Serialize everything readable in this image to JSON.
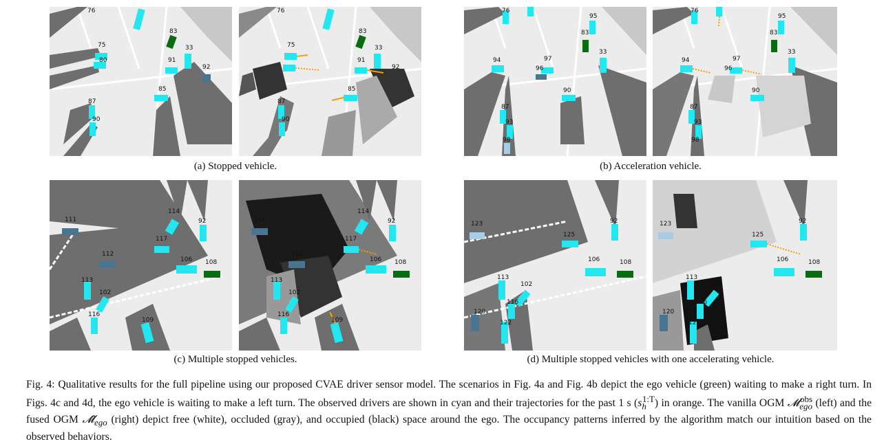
{
  "panels": [
    {
      "id": "a",
      "left_labels": [
        "76",
        "75",
        "83",
        "33",
        "91",
        "92",
        "80",
        "85",
        "87",
        "90"
      ],
      "right_labels": [
        "76",
        "75",
        "83",
        "33",
        "91",
        "92",
        "85",
        "87",
        "90"
      ]
    },
    {
      "id": "b",
      "left_labels": [
        "76",
        "95",
        "83",
        "94",
        "97",
        "33",
        "96",
        "90",
        "87",
        "93",
        "98"
      ],
      "right_labels": [
        "76",
        "95",
        "83",
        "94",
        "97",
        "33",
        "96",
        "90",
        "87",
        "93",
        "98"
      ]
    },
    {
      "id": "c",
      "left_labels": [
        "114",
        "92",
        "111",
        "117",
        "112",
        "106",
        "108",
        "113",
        "102",
        "116",
        "109"
      ],
      "right_labels": [
        "114",
        "92",
        "111",
        "117",
        "112",
        "106",
        "108",
        "113",
        "102",
        "116",
        "109"
      ]
    },
    {
      "id": "d",
      "left_labels": [
        "92",
        "123",
        "125",
        "106",
        "108",
        "113",
        "102",
        "116",
        "120",
        "122"
      ],
      "right_labels": [
        "92",
        "123",
        "125",
        "106",
        "108",
        "113",
        "102",
        "116",
        "120",
        "122"
      ]
    }
  ],
  "subcaptions": {
    "a": "(a) Stopped vehicle.",
    "b": "(b) Acceleration vehicle.",
    "c": "(c) Multiple stopped vehicles.",
    "d": "(d) Multiple stopped vehicles with one accelerating vehicle."
  },
  "caption": {
    "p1": "Fig. 4: Qualitative results for the full pipeline using our proposed CVAE driver sensor model. The scenarios in Fig. 4a and Fig. 4b depict the ego vehicle (green) waiting to make a right turn. In Figs. 4c and 4d, the ego vehicle is waiting to make a left turn. The observed drivers are shown in cyan and their trajectories for the past 1 s (",
    "math1": "s",
    "sub1": "h",
    "sup1": "1:T",
    "p2": ") in orange. The vanilla OGM ",
    "math2": "𝓜",
    "sub2": "ego",
    "sup2": "obs",
    "p3": " (left) and the fused OGM ",
    "math3": "𝓜̂",
    "sub3": "ego",
    "p4": " (right) depict free (white), occluded (gray), and occupied (black) space around the ego. The occupancy patterns inferred by the algorithm match our intuition based on the observed behaviors."
  },
  "colors": {
    "free": "#f2f2f2",
    "occluded": "#6e6e6e",
    "occupied": "#111111",
    "observed": "#22e6f0",
    "ego": "#0b6b12",
    "trajectory": "#f5a000",
    "road": "#ffffff"
  }
}
